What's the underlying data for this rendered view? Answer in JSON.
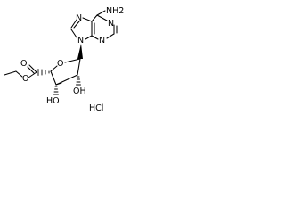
{
  "structure": {
    "labels": {
      "nh2": "NH2",
      "n1": "N",
      "n3": "N",
      "n7": "N",
      "n9": "N",
      "ring_o": "O",
      "carbonyl_o": "O",
      "ester_o": "O",
      "oh2": "OH",
      "oh3": "HO",
      "hcl": "HCl"
    },
    "colors": {
      "ink": "#000000",
      "background": "#ffffff"
    }
  }
}
